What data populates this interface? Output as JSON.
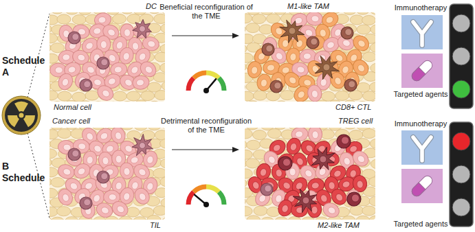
{
  "diagram": {
    "labels": [
      "Schedule A",
      "DC",
      "Beneficial reconfiguration of the TME",
      "M1-like TAM",
      "Immunotherapy",
      "Normal cell",
      "CD8+ CTL",
      "Targeted agents",
      "Cancer cell",
      "Detrimental reconfiguration of the TME",
      "TREG cell",
      "Immunotherapy",
      "B Schedule",
      "TIL",
      "M2-like TAM",
      "Targeted agents"
    ]
  }
}
